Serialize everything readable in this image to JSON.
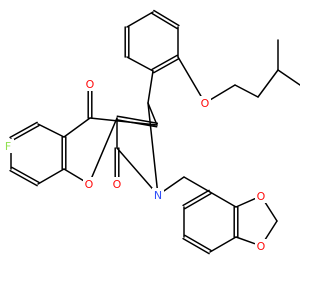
{
  "molecule": {
    "colors": {
      "bond": "#000000",
      "C": "#000000",
      "O": "#ff0d0d",
      "N": "#3050f8",
      "F": "#90e050"
    },
    "atoms": [
      {
        "id": "F1",
        "el": "F",
        "label": "F"
      },
      {
        "id": "O_ket",
        "el": "O",
        "label": "O"
      },
      {
        "id": "O_ring",
        "el": "O",
        "label": "O"
      },
      {
        "id": "O_amide",
        "el": "O",
        "label": "O"
      },
      {
        "id": "N1",
        "el": "N",
        "label": "N"
      },
      {
        "id": "O_ether",
        "el": "O",
        "label": "O"
      },
      {
        "id": "O_d1",
        "el": "O",
        "label": "O"
      },
      {
        "id": "O_d2",
        "el": "O",
        "label": "O"
      }
    ]
  }
}
